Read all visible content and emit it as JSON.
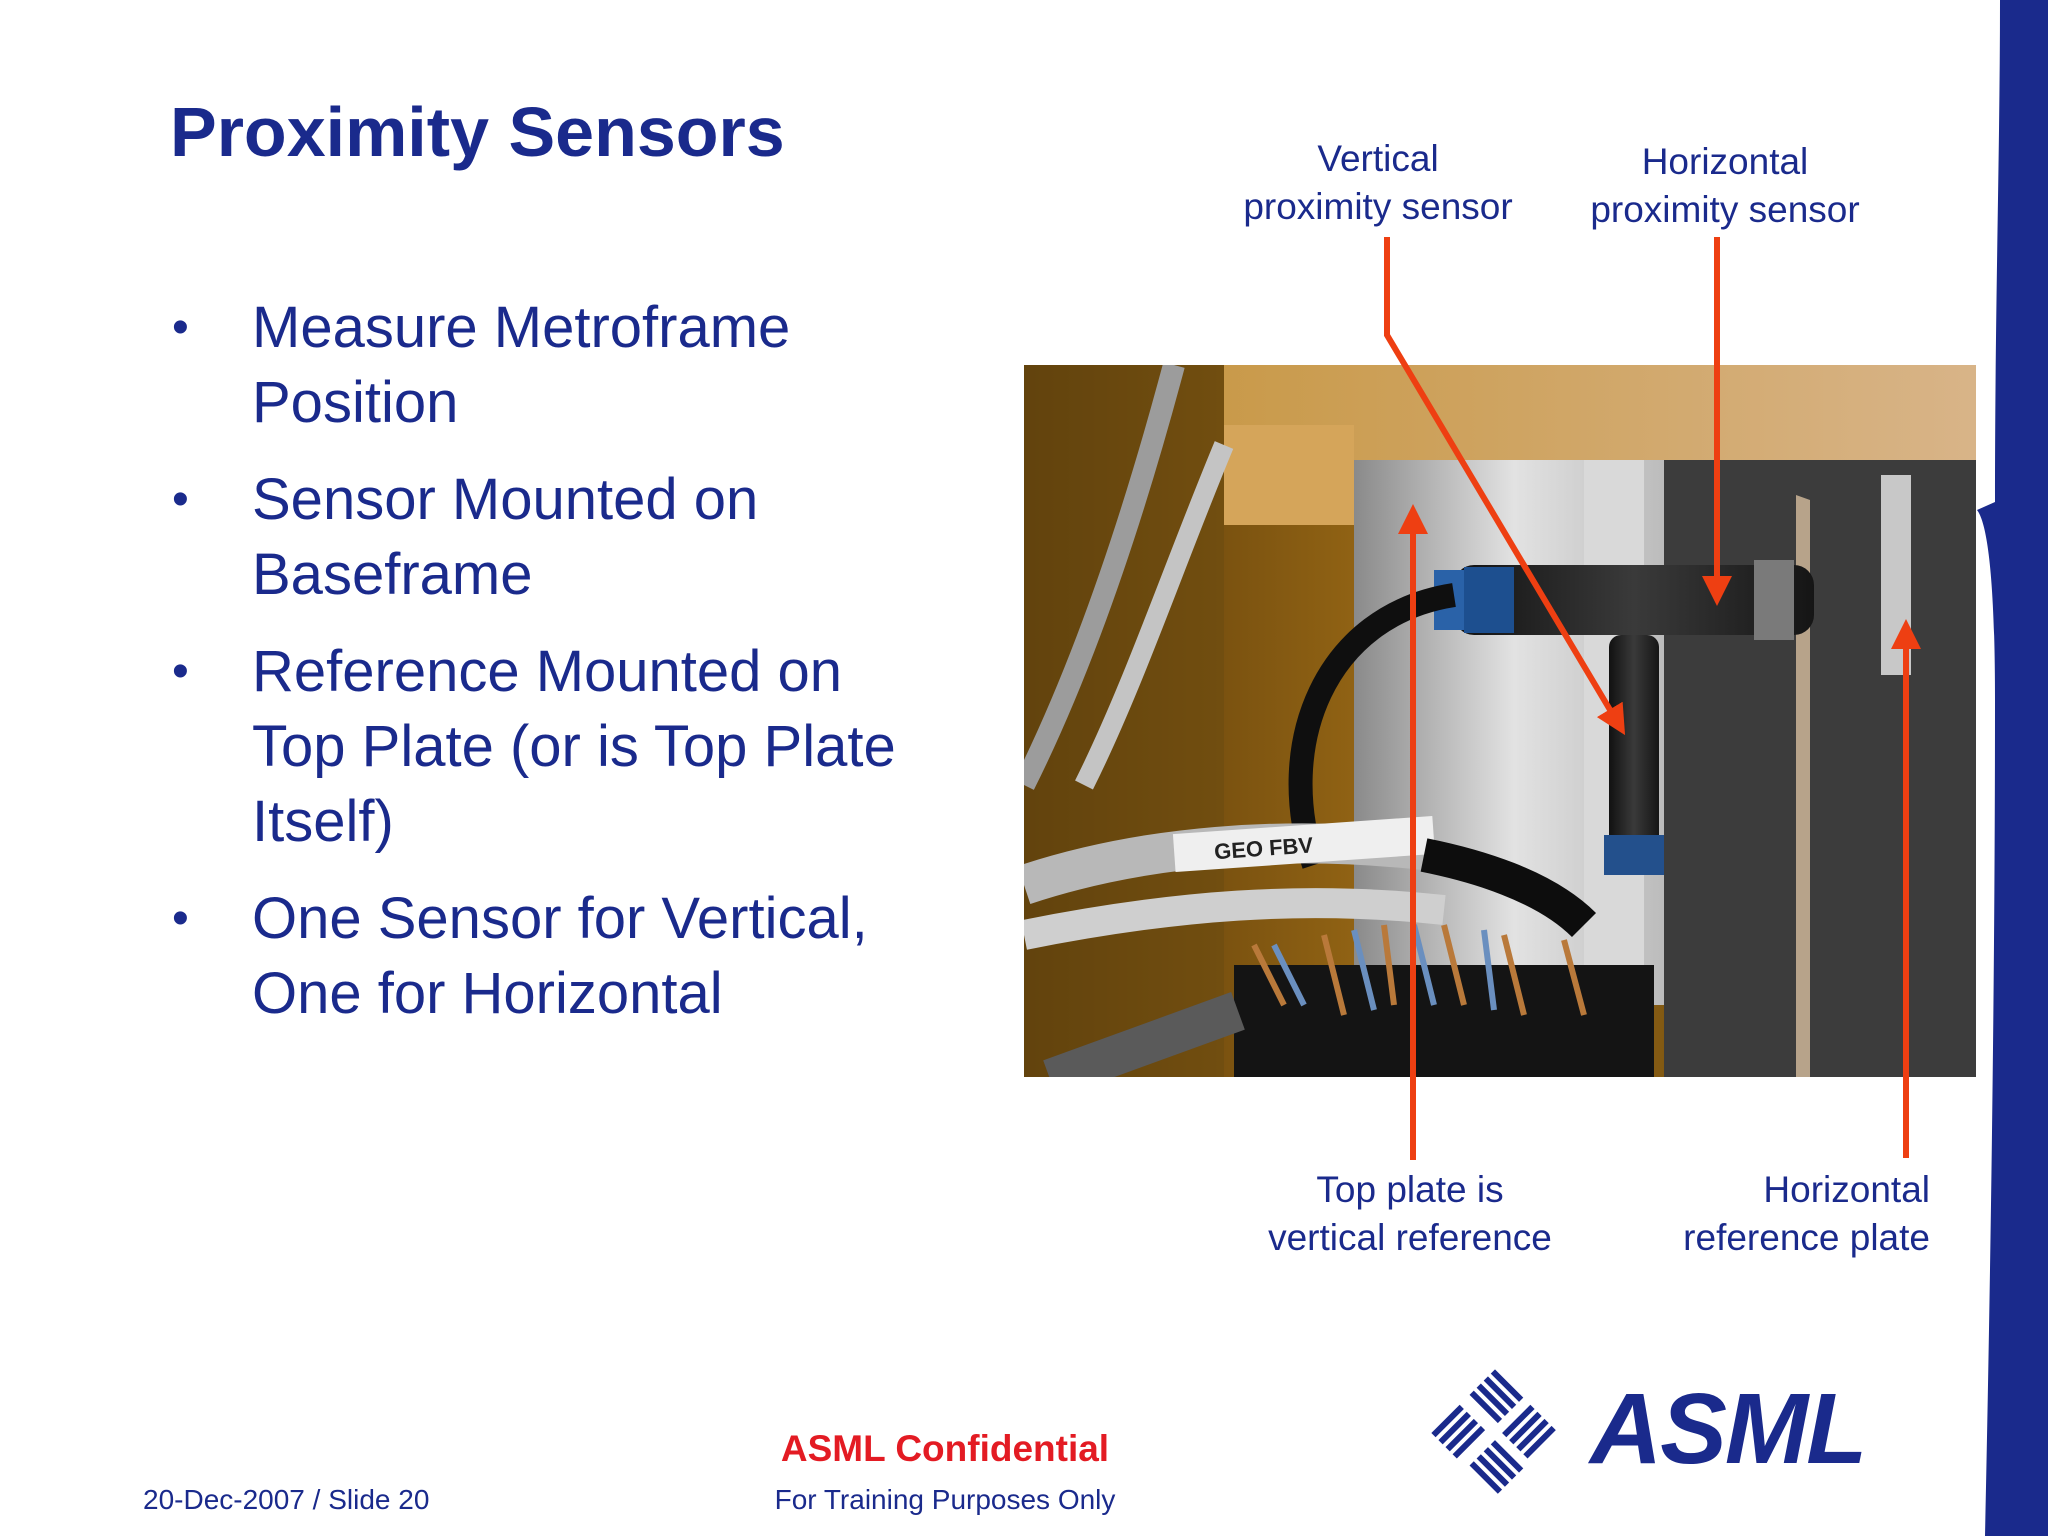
{
  "slide": {
    "title": "Proximity Sensors",
    "bullet_char": "•",
    "bullets": [
      {
        "line1": "Measure Metroframe",
        "line2": "Position",
        "line3": ""
      },
      {
        "line1": "Sensor Mounted on",
        "line2": "Baseframe",
        "line3": ""
      },
      {
        "line1": "Reference Mounted on",
        "line2": "Top Plate (or is Top Plate",
        "line3": "Itself)"
      },
      {
        "line1": "One Sensor for Vertical,",
        "line2": "One for Horizontal",
        "line3": ""
      }
    ],
    "callouts": {
      "vertical_sensor": {
        "line1": "Vertical",
        "line2": "proximity sensor"
      },
      "horizontal_sensor": {
        "line1": "Horizontal",
        "line2": "proximity sensor"
      },
      "top_plate": {
        "line1": "Top plate is",
        "line2": "vertical reference"
      },
      "horizontal_reference": {
        "line1": "Horizontal",
        "line2": "reference plate"
      }
    },
    "photo": {
      "cable_label": "GEO FBV"
    }
  },
  "footer": {
    "confidential": "ASML Confidential",
    "training": "For Training Purposes Only",
    "date_slide": "20-Dec-2007  / Slide 20",
    "logo_text": "ASML"
  },
  "colors": {
    "text_blue": "#1a2a8c",
    "accent_red": "#e31b23",
    "arrow": "#ee3f12"
  }
}
